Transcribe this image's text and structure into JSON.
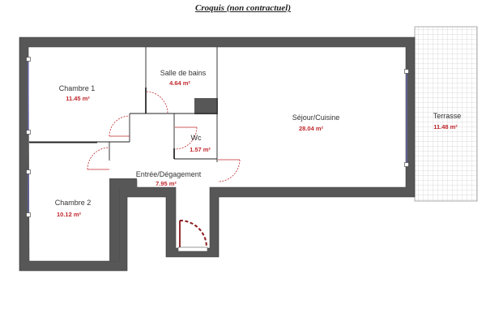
{
  "title": "Croquis (non contractuel)",
  "colors": {
    "wall": "#575757",
    "wall_edge": "#333333",
    "door": "#c0282d",
    "window": "#6a6ab8",
    "grid": "#cccccc",
    "area_text": "#c0282d"
  },
  "rooms": [
    {
      "id": "chambre-1",
      "name": "Chambre 1",
      "area": "11.45 m²"
    },
    {
      "id": "salle-de-bains",
      "name": "Salle de bains",
      "area": "4.64 m²"
    },
    {
      "id": "sejour-cuisine",
      "name": "Séjour/Cuisine",
      "area": "28.04 m²"
    },
    {
      "id": "terrasse",
      "name": "Terrasse",
      "area": "11.48 m²"
    },
    {
      "id": "wc",
      "name": "Wc",
      "area": "1.57 m²"
    },
    {
      "id": "entree-degagement",
      "name": "Entrée/Dégagement",
      "area": "7.95 m²"
    },
    {
      "id": "chambre-2",
      "name": "Chambre 2",
      "area": "10.12 m²"
    }
  ]
}
